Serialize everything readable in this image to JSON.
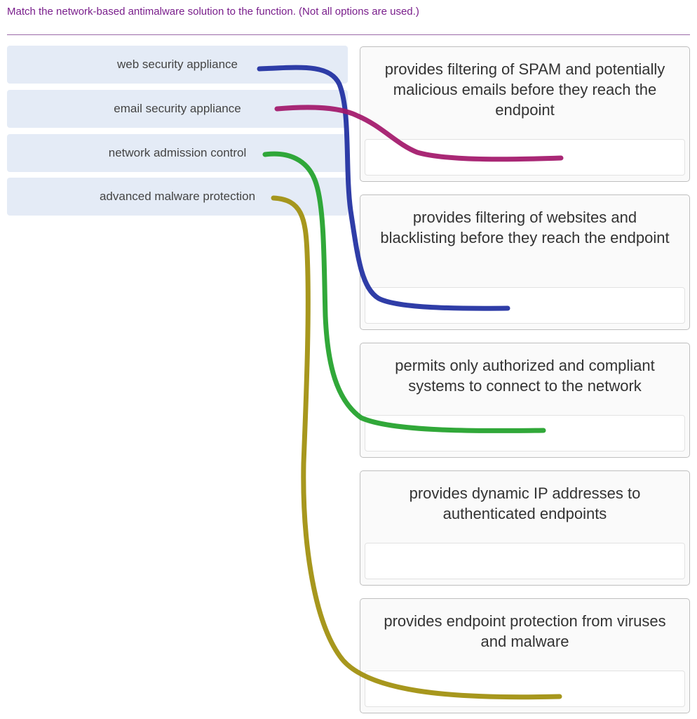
{
  "question": "Match the network-based antimalware solution to the function. (Not all options are used.)",
  "options": [
    {
      "label": "web security appliance"
    },
    {
      "label": "email security appliance"
    },
    {
      "label": "network admission control"
    },
    {
      "label": "advanced malware protection"
    }
  ],
  "targets": [
    {
      "text": "provides filtering of SPAM and potentially malicious emails before they reach the endpoint"
    },
    {
      "text": "provides filtering of websites and blacklisting before they reach the endpoint"
    },
    {
      "text": "permits only authorized and compliant systems to connect to the network"
    },
    {
      "text": "provides dynamic IP addresses to authenticated endpoints"
    },
    {
      "text": "provides endpoint protection from viruses and malware"
    }
  ],
  "colors": {
    "question_text": "#7a1f8c",
    "option_bg": "#e4ebf6",
    "connector_web": "#1f2ea0",
    "connector_email": "#a3186a",
    "connector_nac": "#21a12a",
    "connector_amp": "#a08f0c"
  }
}
